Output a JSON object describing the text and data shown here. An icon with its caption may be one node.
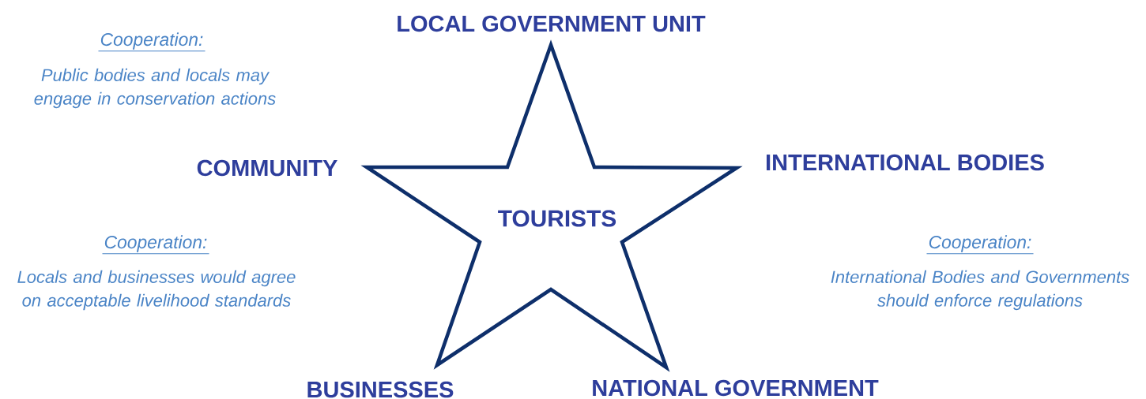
{
  "diagram": {
    "nodes": [
      {
        "text": [
          "TOURISTS"
        ]
      }
    ],
    "labels": [
      "LOCAL GOVERNMENT UNIT",
      "Cooperation:",
      "Public bodies and locals may engage in conservation actions",
      "COMMUNITY",
      "INTERNATIONAL BODIES",
      "Cooperation:",
      "Cooperation:",
      "Locals and businesses would agree on acceptable livelihood standards",
      "International Bodies and Governments should enforce regulations",
      "BUSINESSES",
      "NATIONAL GOVERNMENT"
    ]
  }
}
